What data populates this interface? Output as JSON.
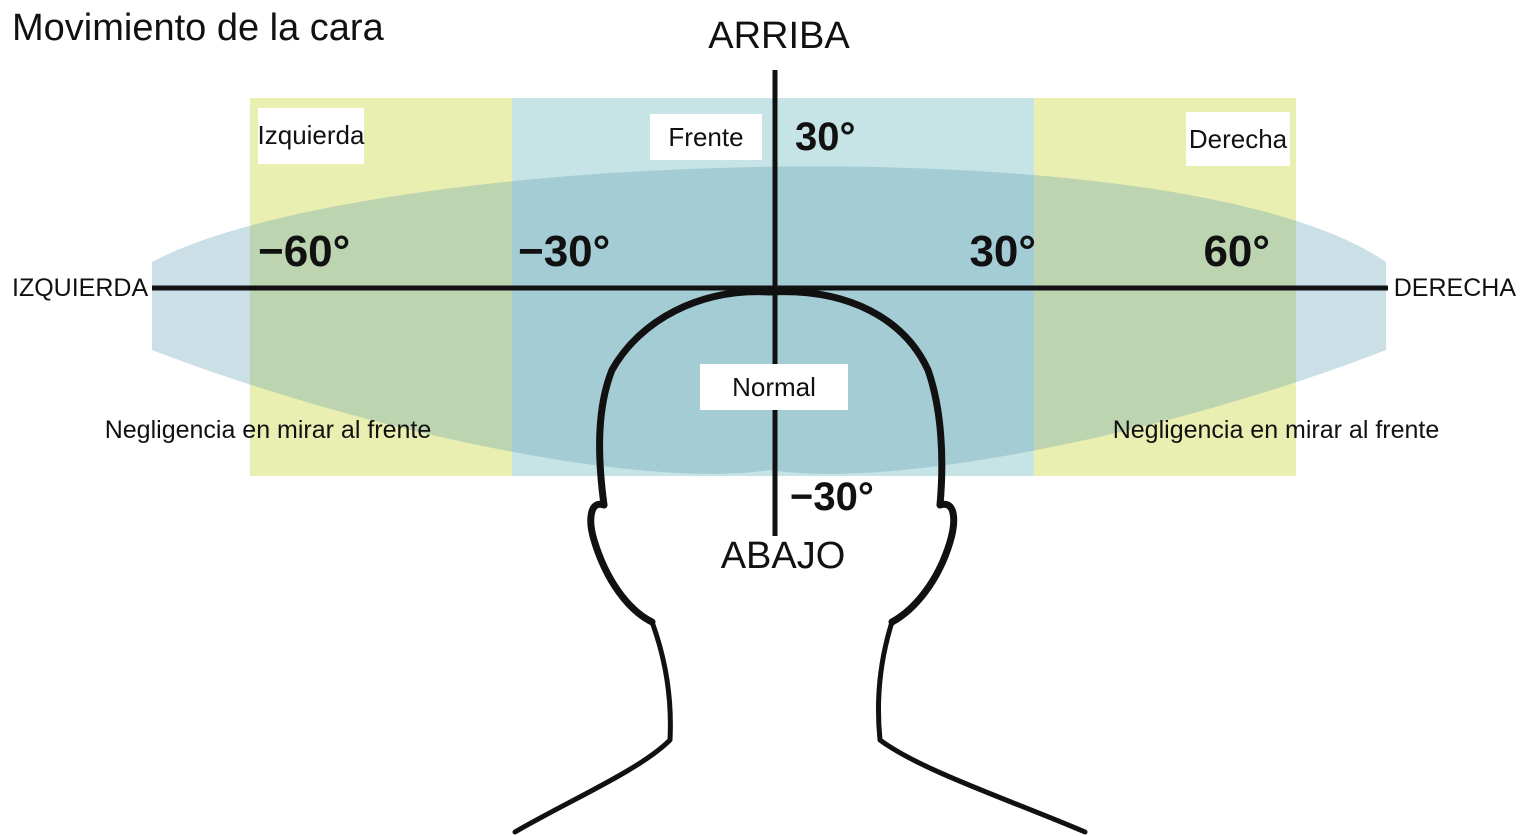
{
  "title": "Movimiento de la cara",
  "axes": {
    "up": "ARRIBA",
    "down": "ABAJO",
    "left": "IZQUIERDA",
    "right": "DERECHA"
  },
  "zones": {
    "left": "Izquierda",
    "front": "Frente",
    "right": "Derecha",
    "normal": "Normal"
  },
  "angles": {
    "left_60": "−60°",
    "left_30": "−30°",
    "right_30": "30°",
    "right_60": "60°",
    "up_30": "30°",
    "down_30": "−30°"
  },
  "notes": {
    "left": "Negligencia en mirar al frente",
    "right": "Negligencia en mirar al frente"
  },
  "colors": {
    "side_zone": "#e9efb0",
    "front_zone": "#c6e4e6",
    "ellipse_overlay": "#5e9bb1",
    "outline": "#111111"
  }
}
